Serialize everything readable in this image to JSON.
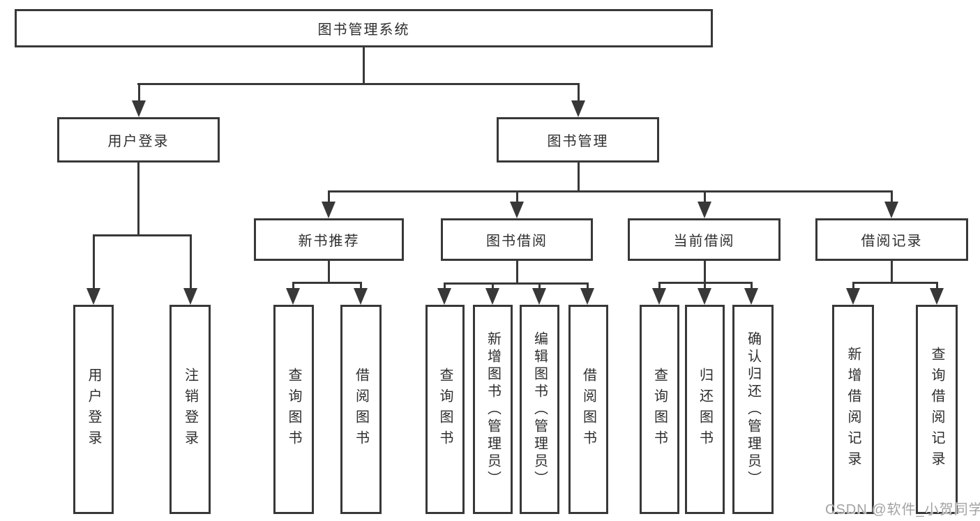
{
  "diagram": {
    "root": {
      "label": "图书管理系统"
    },
    "level2": {
      "user_login": {
        "label": "用户登录"
      },
      "book_management": {
        "label": "图书管理"
      }
    },
    "level3": {
      "new_book_recommend": {
        "label": "新书推荐"
      },
      "book_borrowing": {
        "label": "图书借阅"
      },
      "current_borrowing": {
        "label": "当前借阅"
      },
      "borrowing_records": {
        "label": "借阅记录"
      }
    },
    "leaves": {
      "user_login": {
        "label": "用户登录"
      },
      "logout": {
        "label": "注销登录"
      },
      "nb_query_books": {
        "label": "查询图书"
      },
      "nb_borrow_books": {
        "label": "借阅图书"
      },
      "bb_query_books": {
        "label": "查询图书"
      },
      "bb_add_books_admin": {
        "label": "新增图书（管理员）"
      },
      "bb_edit_books_admin": {
        "label": "编辑图书（管理员）"
      },
      "bb_borrow_books": {
        "label": "借阅图书"
      },
      "cb_query_books": {
        "label": "查询图书"
      },
      "cb_return_books": {
        "label": "归还图书"
      },
      "cb_confirm_return_admin": {
        "label": "确认归还（管理员）"
      },
      "br_add_record": {
        "label": "新增借阅记录"
      },
      "br_query_record": {
        "label": "查询借阅记录"
      }
    },
    "watermark": "CSDN @软件_小贺同学",
    "colors": {
      "line": "#383838",
      "text": "#2e2e2e",
      "watermark": "#a3a3a3",
      "background": "#ffffff"
    }
  }
}
